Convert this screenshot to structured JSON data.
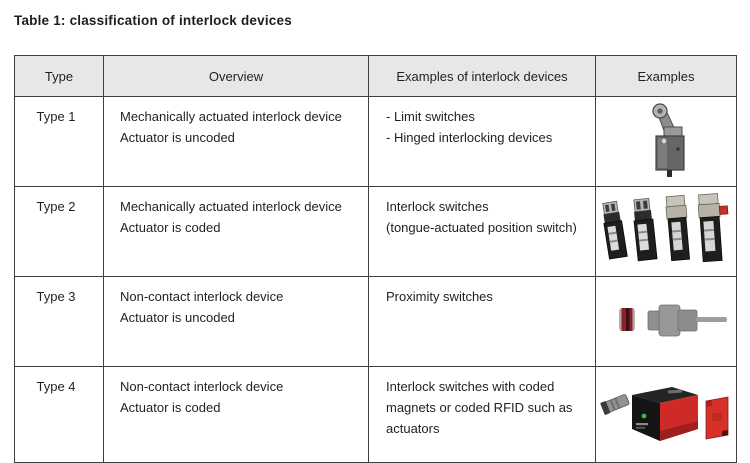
{
  "title": "Table 1: classification of interlock devices",
  "colors": {
    "header_bg": "#e7e7e7",
    "border": "#3f3f3f",
    "text": "#231f20",
    "accent_red": "#cf2a27"
  },
  "table": {
    "headers": [
      "Type",
      "Overview",
      "Examples of interlock devices",
      "Examples"
    ],
    "rows": [
      {
        "type": "Type 1",
        "overview_lines": [
          "Mechanically actuated interlock device",
          "Actuator is uncoded"
        ],
        "example_lines": [
          "- Limit switches",
          "- Hinged interlocking devices"
        ],
        "image_desc": "limit switch with roller lever"
      },
      {
        "type": "Type 2",
        "overview_lines": [
          "Mechanically actuated interlock device",
          "Actuator is coded"
        ],
        "example_lines": [
          "Interlock switches",
          "(tongue-actuated position switch)"
        ],
        "image_desc": "four tongue-actuated interlock switches, rightmost with red release knob"
      },
      {
        "type": "Type 3",
        "overview_lines": [
          "Non-contact interlock device",
          "Actuator is uncoded"
        ],
        "example_lines": [
          "Proximity switches"
        ],
        "image_desc": "cylindrical proximity switch with red magnet actuator"
      },
      {
        "type": "Type 4",
        "overview_lines": [
          "Non-contact interlock device",
          "Actuator is coded"
        ],
        "example_lines": [
          "Interlock switches with coded",
          "magnets or coded RFID such as",
          "actuators"
        ],
        "image_desc": "black and red RFID interlock switch with red coded actuator tag"
      }
    ]
  }
}
